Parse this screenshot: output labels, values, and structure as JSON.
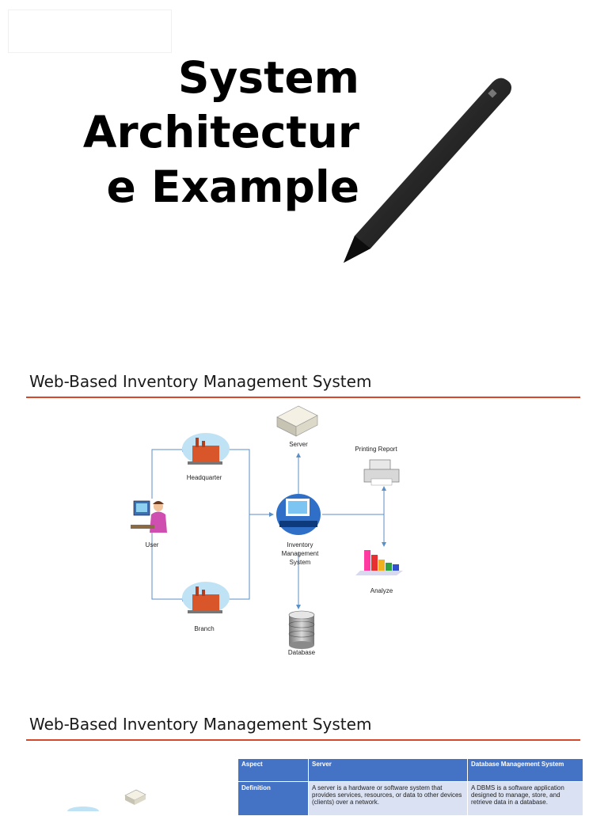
{
  "hero": {
    "title_line1": "System",
    "title_line2": "Architectur",
    "title_line3": "e Example"
  },
  "slide1": {
    "title": "Web-Based Inventory Management System",
    "nodes": {
      "server": "Server",
      "printing": "Printing Report",
      "headquarter": "Headquarter",
      "user": "User",
      "ims_line1": "Inventory",
      "ims_line2": "Management",
      "ims_line3": "System",
      "analyze": "Analyze",
      "branch": "Branch",
      "database": "Database"
    }
  },
  "slide2": {
    "title": "Web-Based Inventory Management System",
    "table": {
      "headers": [
        "Aspect",
        "Server",
        "Database Management System"
      ],
      "rows": [
        [
          "Definition",
          "A server is a hardware or software system that provides services, resources, or data to other devices (clients) over a network.",
          "A DBMS is a software application designed to manage, store, and retrieve data in a database."
        ]
      ]
    }
  },
  "colors": {
    "accent_rule": "#d5482b",
    "table_header": "#4472c4",
    "table_cell": "#d9e1f2",
    "connector": "#5b8fc7"
  }
}
